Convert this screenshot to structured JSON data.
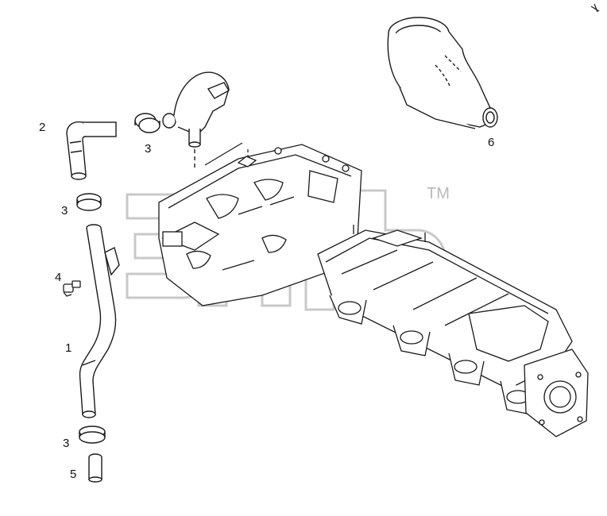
{
  "diagram": {
    "callouts": {
      "part_2": "2",
      "part_3_top": "3",
      "part_3_mid": "3",
      "part_4": "4",
      "part_1": "1",
      "part_3_bottom": "3",
      "part_5": "5",
      "part_6": "6"
    },
    "watermark": {
      "trademark": "TM"
    },
    "colors": {
      "line": "#1a1a1a",
      "watermark": "#c4c4c4",
      "background": "#ffffff"
    }
  }
}
